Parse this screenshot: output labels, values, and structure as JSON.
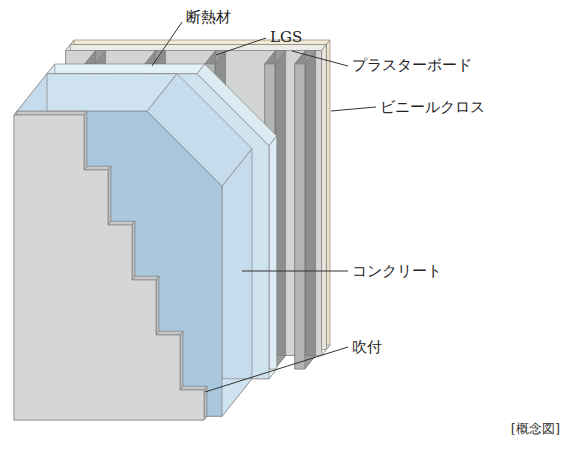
{
  "diagram": {
    "caption": "[概念図]",
    "labels": [
      "断熱材",
      "LGS",
      "プラスターボード",
      "ビニールクロス",
      "コンクリート",
      "吹付"
    ]
  }
}
